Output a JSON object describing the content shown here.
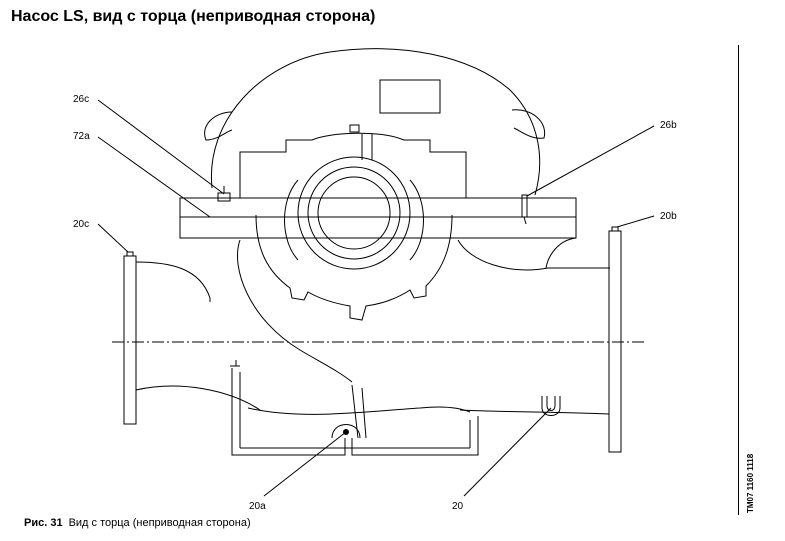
{
  "header": {
    "title": "Насос LS, вид с торца (неприводная сторона)"
  },
  "diagram": {
    "callouts": {
      "c26c": "26c",
      "c72a": "72a",
      "c20c": "20c",
      "c26b": "26b",
      "c20b": "20b",
      "c20a": "20a",
      "c20": "20"
    }
  },
  "side": {
    "doc_code": "TM07 1160 1118"
  },
  "caption": {
    "figure_label": "Рис. 31",
    "text": "Вид с торца (неприводная сторона)"
  }
}
